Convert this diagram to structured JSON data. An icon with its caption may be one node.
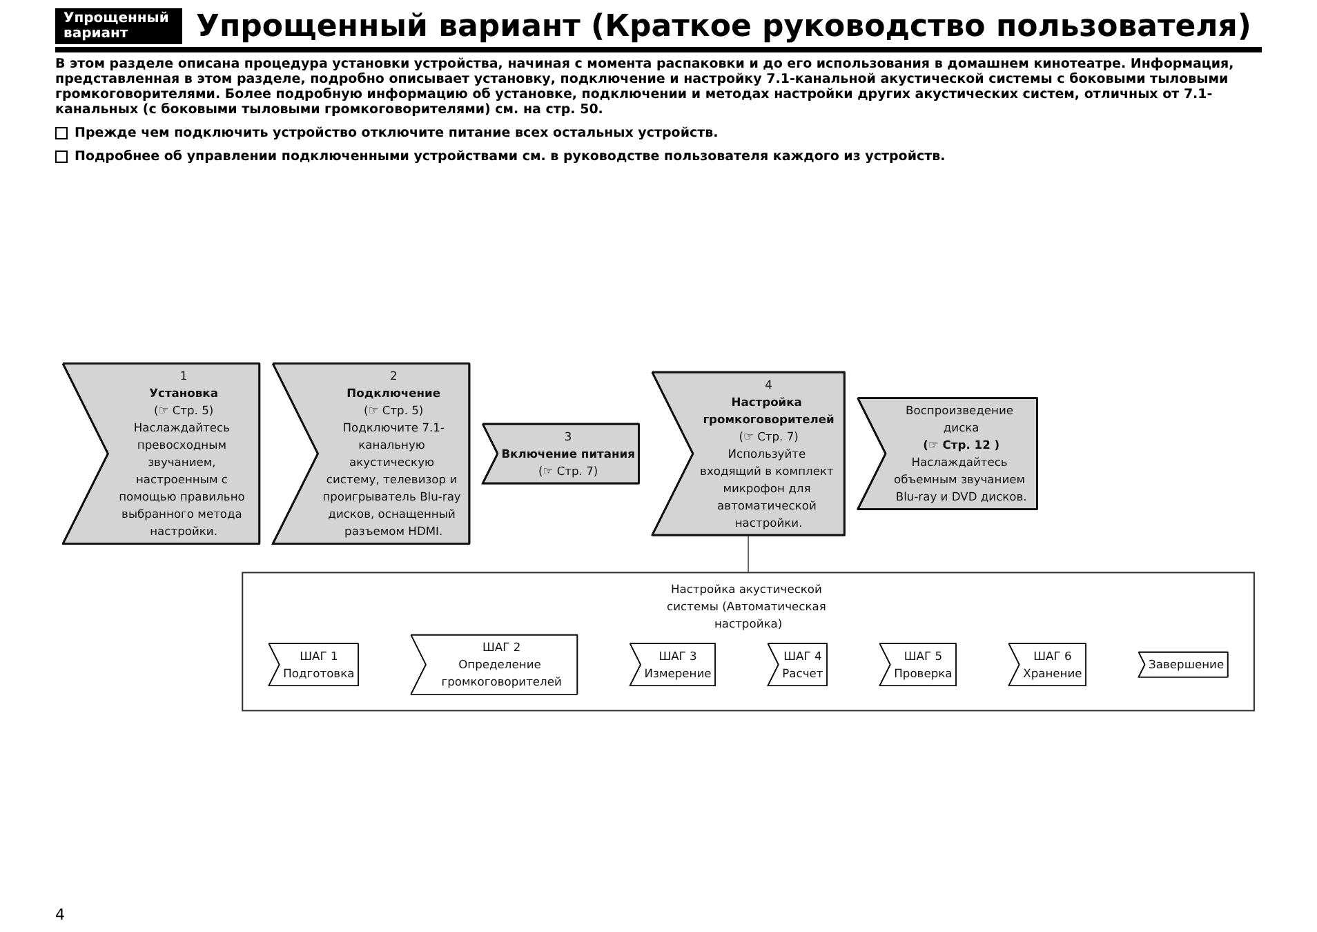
{
  "diagram": {
    "title": "Упрощенный вариант (Краткое руководство пользователя)",
    "nodes": [
      {
        "text": [
          "1",
          "Установка",
          "(☞ Стр. 5)",
          "Наслаждайтесь превосходным звучанием, настроенным с помощью правильно выбранного метода настройки."
        ]
      },
      {
        "text": [
          "2",
          "Подключение",
          "(☞ Стр. 5)",
          "Подключите 7.1-канальную акустическую систему, телевизор и проигрыватель Blu-ray дисков, оснащенный разъемом HDMI."
        ]
      },
      {
        "text": [
          "3",
          "Включение питания",
          "(☞ Стр. 7)"
        ]
      },
      {
        "text": [
          "4",
          "Настройка громкоговорителей",
          "(☞ Стр. 7)",
          "Используйте входящий в комплект микрофон для автоматической настройки."
        ]
      },
      {
        "text": [
          "Воспроизведение диска",
          "(☞ Стр. 12 )",
          "Наслаждайтесь объемным звучанием Blu-ray и DVD дисков."
        ]
      },
      {
        "text": [
          "Настройка акустической системы (Автоматическая настройка)"
        ]
      },
      {
        "text": [
          "ШАГ 1",
          "Подготовка"
        ],
        "in": 5
      },
      {
        "text": [
          "ШАГ 2",
          "Определение громкоговорителей"
        ],
        "in": 5
      },
      {
        "text": [
          "ШАГ 3",
          "Измерение"
        ],
        "in": 5
      },
      {
        "text": [
          "ШАГ 4",
          "Расчет"
        ],
        "in": 5
      },
      {
        "text": [
          "ШАГ 5",
          "Проверка"
        ],
        "in": 5
      },
      {
        "text": [
          "ШАГ 6",
          "Хранение"
        ],
        "in": 5
      },
      {
        "text": [
          "Завершение"
        ],
        "in": 5
      }
    ],
    "edges": [
      {
        "from": 3,
        "to": 5,
        "arrow": "none"
      }
    ],
    "labels": [
      "Упрощенный вариант",
      "В этом разделе описана процедура установки устройства, начиная с момента распаковки и до его использования в домашнем кинотеатре. Информация, представленная в этом разделе, подробно описывает установку, подключение и настройку 7.1-канальной акустической системы с боковыми тыловыми громкоговорителями. Более подробную информацию об установке, подключении и методах настройки других акустических систем, отличных от 7.1-канальных (с боковыми тыловыми громкоговорителями) см. на стр. 50.",
      "Прежде чем подключить устройство отключите питание всех остальных устройств.",
      "Подробнее об управлении подключенными устройствами см. в руководстве пользователя каждого из устройств.",
      "4"
    ]
  }
}
